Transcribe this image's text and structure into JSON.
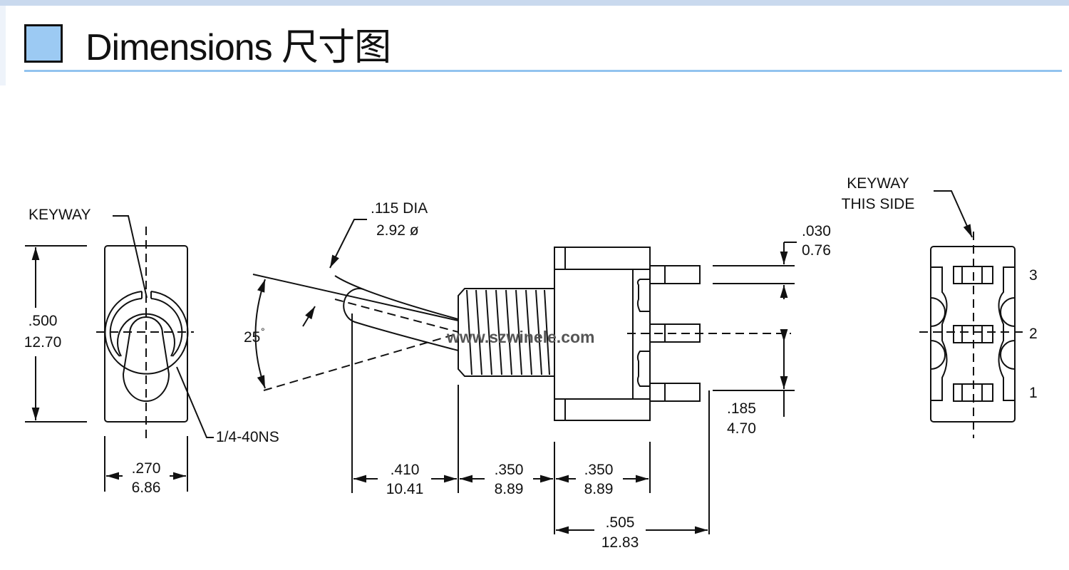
{
  "header": {
    "title": "Dimensions 尺寸图",
    "icon": "blue-square-icon",
    "accent_color": "#9ccaf3"
  },
  "front_view": {
    "keyway_label": "KEYWAY",
    "thread_label": "1/4-40NS",
    "height_in": ".500",
    "height_mm": "12.70",
    "width_in": ".270",
    "width_mm": "6.86"
  },
  "side_view": {
    "dia_in": ".115 DIA",
    "dia_mm": "2.92  ø",
    "angle": "25",
    "angle_unit": "°",
    "lever_in": ".410",
    "lever_mm": "10.41",
    "bushing_in": ".350",
    "bushing_mm": "8.89",
    "body_in": ".350",
    "body_mm": "8.89",
    "overall_in": ".505",
    "overall_mm": "12.83",
    "term_thick_in": ".030",
    "term_thick_mm": "0.76",
    "term_pitch_in": ".185",
    "term_pitch_mm": "4.70"
  },
  "rear_view": {
    "keyway_line1": "KEYWAY",
    "keyway_line2": "THIS SIDE",
    "pin3": "3",
    "pin2": "2",
    "pin1": "1"
  },
  "watermark": "www.szwinele.com"
}
